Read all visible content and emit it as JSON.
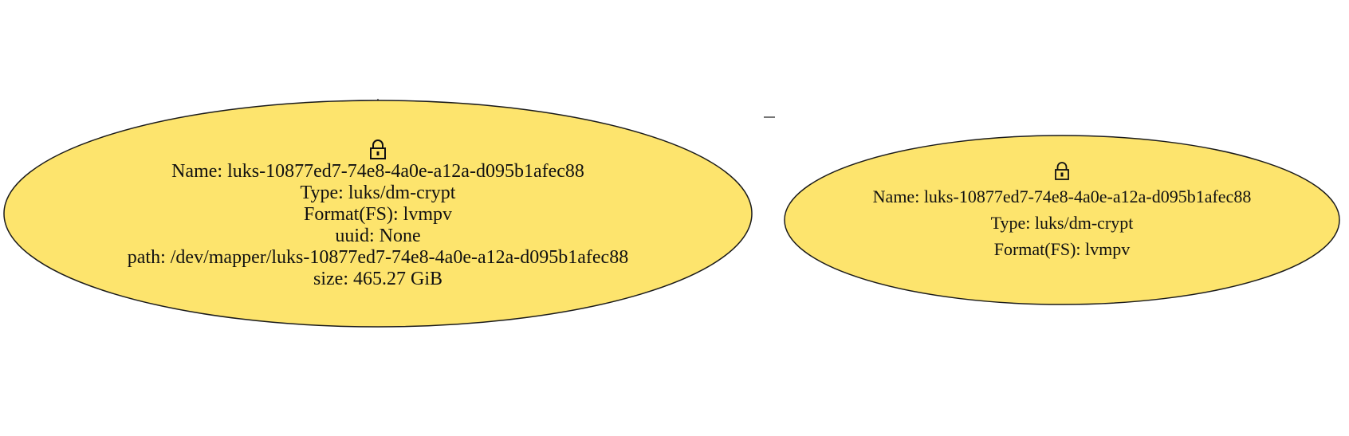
{
  "colors": {
    "node_fill": "#FDE46D",
    "node_stroke": "#1a1a1a",
    "text": "#111111"
  },
  "nodes": [
    {
      "icon": "lock-icon",
      "name": "Name: luks-10877ed7-74e8-4a0e-a12a-d095b1afec88",
      "type": "Type: luks/dm-crypt",
      "format": "Format(FS): lvmpv",
      "uuid": "uuid: None",
      "path": "path: /dev/mapper/luks-10877ed7-74e8-4a0e-a12a-d095b1afec88",
      "size": "size: 465.27 GiB"
    },
    {
      "icon": "lock-icon",
      "name": "Name: luks-10877ed7-74e8-4a0e-a12a-d095b1afec88",
      "type": "Type: luks/dm-crypt",
      "format": "Format(FS): lvmpv"
    }
  ]
}
